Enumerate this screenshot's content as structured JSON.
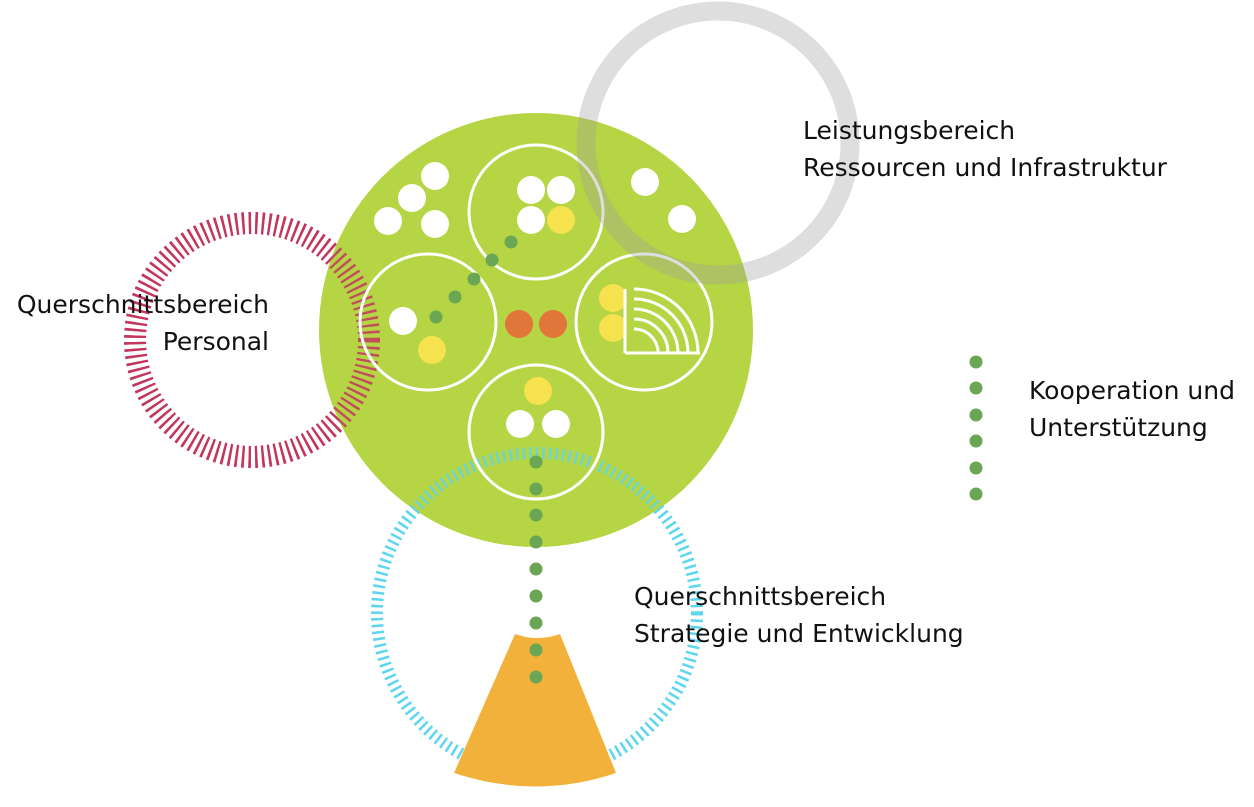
{
  "colors": {
    "main_circle": "#b5d544",
    "personal_ring": "#c2365f",
    "strategy_ring": "#5fd6ee",
    "resources_ring": "#a0a0a0",
    "cooperation_dot": "#6aa653",
    "accent_yellow": "#f6e14f",
    "accent_orange": "#e0763a",
    "strategy_fan": "#f1b13b",
    "inner_white": "#ffffff"
  },
  "labels": {
    "resources": [
      "Leistungsbereich",
      "Ressourcen und Infrastruktur"
    ],
    "personal": [
      "Querschnittsbereich",
      "Personal"
    ],
    "strategy": [
      "Querschnittsbereich",
      "Strategie und Entwicklung"
    ],
    "cooperation": [
      "Kooperation und",
      "Unterstützung"
    ]
  },
  "icons": {
    "legend_marker": "dotted-line-icon",
    "arcs": "concentric-arcs-icon",
    "fan": "fan-segment-icon"
  }
}
